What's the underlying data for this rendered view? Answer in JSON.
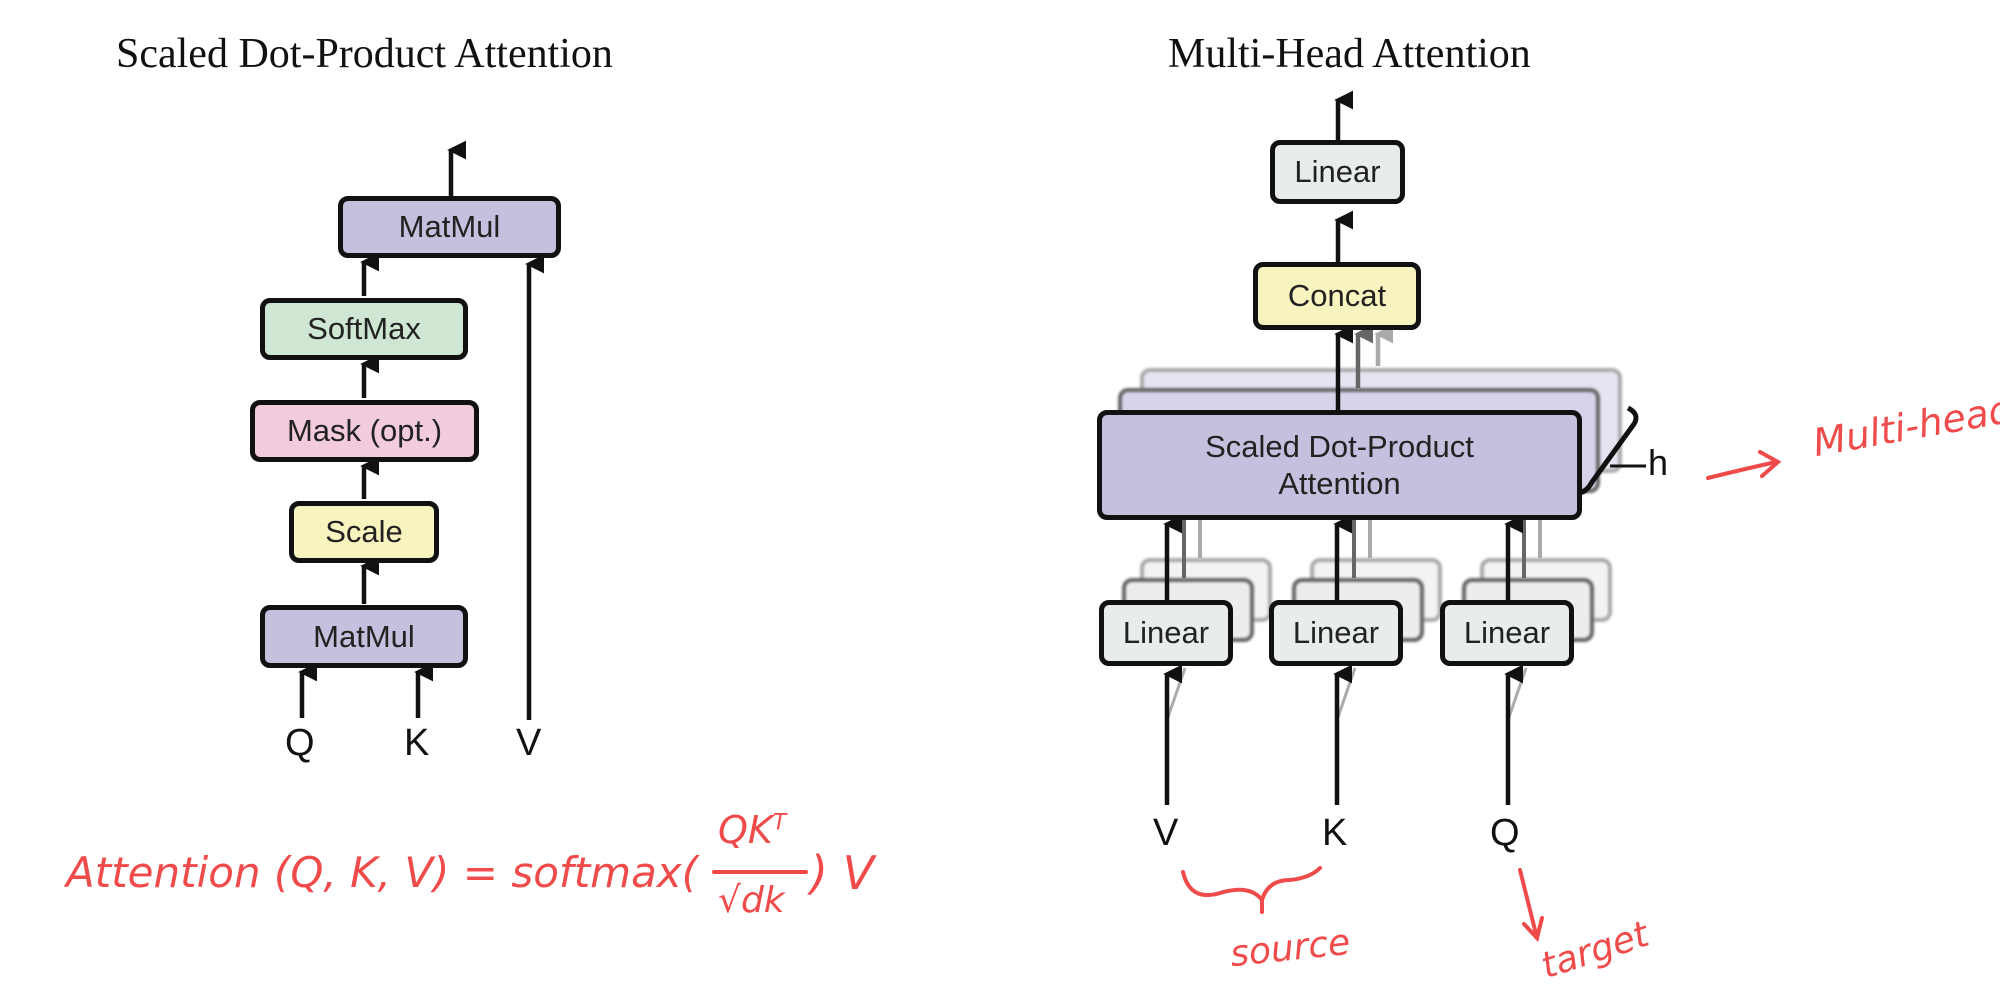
{
  "left_diagram": {
    "title": "Scaled Dot-Product Attention",
    "blocks": {
      "matmul_top": "MatMul",
      "softmax": "SoftMax",
      "mask": "Mask (opt.)",
      "scale": "Scale",
      "matmul_bottom": "MatMul"
    },
    "inputs": [
      "Q",
      "K",
      "V"
    ],
    "colors": {
      "matmul": "#c5c0de",
      "softmax": "#cfe6d2",
      "mask": "#f2cbdd",
      "scale": "#f8f4c0"
    }
  },
  "right_diagram": {
    "title": "Multi-Head Attention",
    "blocks": {
      "linear_top": "Linear",
      "concat": "Concat",
      "attention": "Scaled Dot-Product\nAttention",
      "linear_v": "Linear",
      "linear_k": "Linear",
      "linear_q": "Linear"
    },
    "heads_label": "h",
    "inputs": [
      "V",
      "K",
      "Q"
    ],
    "colors": {
      "linear": "#e8ecec",
      "concat": "#f8f4c0",
      "attention": "#c5c0de"
    }
  },
  "annotations": {
    "formula": {
      "lhs": "Attention (Q, K, V) = softmax(",
      "numerator": "QK",
      "superscript": "T",
      "denominator": "√dk",
      "rhs": ") V"
    },
    "multihead_note": "Multi-head",
    "source_note": "source",
    "target_note": "target",
    "ink_color": "#f04b4b"
  }
}
